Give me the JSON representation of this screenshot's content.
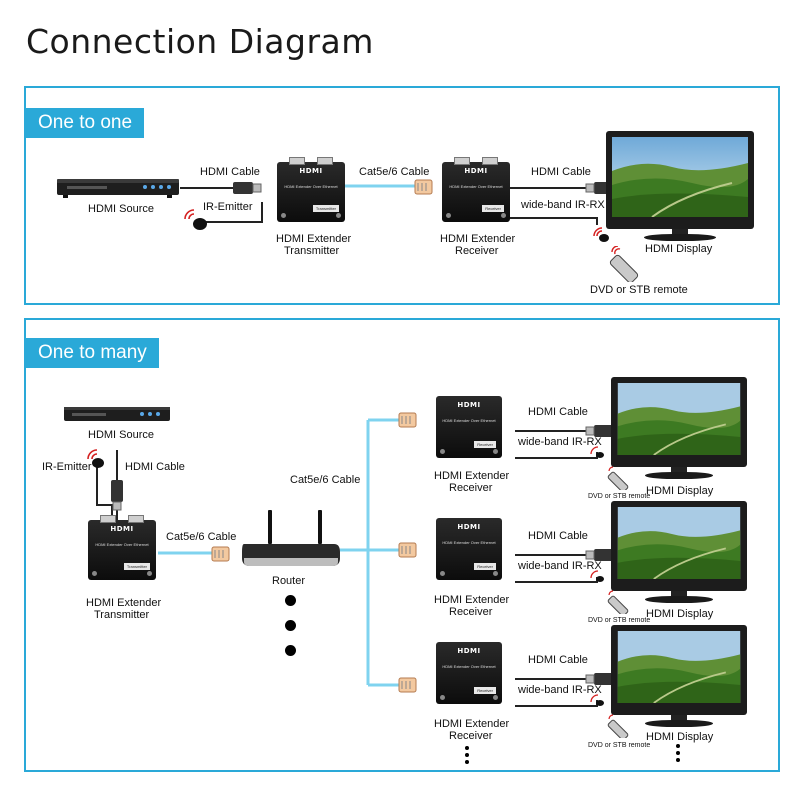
{
  "title": "Connection Diagram",
  "one_to_one": {
    "tab": "One to one",
    "hdmi_source": "HDMI Source",
    "hdmi_cable_left": "HDMI Cable",
    "ir_emitter": "IR-Emitter",
    "transmitter": [
      "HDMI Extender",
      "Transmitter"
    ],
    "cat_cable": "Cat5e/6 Cable",
    "receiver": [
      "HDMI Extender",
      "Receiver"
    ],
    "hdmi_cable_right": "HDMI Cable",
    "ir_rx": "wide-band IR-RX",
    "hdmi_display": "HDMI Display",
    "remote": "DVD or STB remote"
  },
  "one_to_many": {
    "tab": "One to many",
    "hdmi_source": "HDMI Source",
    "ir_emitter": "IR-Emitter",
    "hdmi_cable_left": "HDMI Cable",
    "transmitter": [
      "HDMI Extender",
      "Transmitter"
    ],
    "cat_cable_left": "Cat5e/6 Cable",
    "cat_cable_top": "Cat5e/6 Cable",
    "router": "Router",
    "rows": [
      {
        "hdmi_cable": "HDMI Cable",
        "ir_rx": "wide-band IR-RX",
        "receiver": [
          "HDMI Extender",
          "Receiver"
        ],
        "display": "HDMI Display",
        "remote": "DVD or STB remote"
      },
      {
        "hdmi_cable": "HDMI Cable",
        "ir_rx": "wide-band IR-RX",
        "receiver": [
          "HDMI Extender",
          "Receiver"
        ],
        "display": "HDMI Display",
        "remote": "DVD or STB remote"
      },
      {
        "hdmi_cable": "HDMI Cable",
        "ir_rx": "wide-band IR-RX",
        "receiver": [
          "HDMI Extender",
          "Receiver"
        ],
        "display": "HDMI Display",
        "remote": "DVD or STB remote"
      }
    ]
  },
  "device": {
    "logo": "HDMI",
    "sub_text": "HDMI Extender Over Ethernet",
    "tx_tag": "Transmitter",
    "rx_tag": "Receiver"
  },
  "colors": {
    "accent": "#2aa9d8",
    "cable_cat": "#7fd3ef",
    "ir_red": "#d42020"
  }
}
